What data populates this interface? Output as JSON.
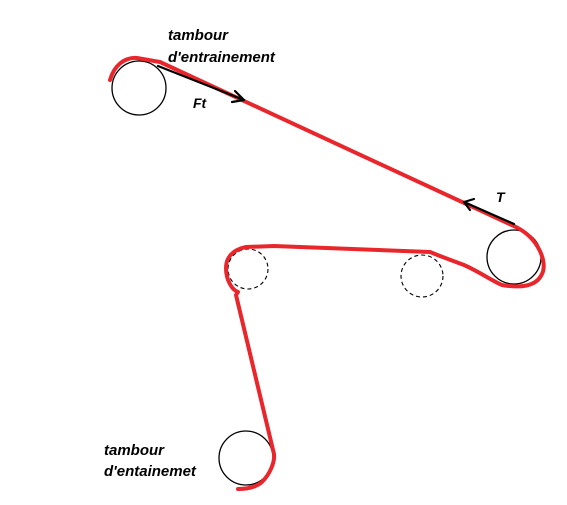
{
  "labels": {
    "top_drive_drum_line1": "tambour",
    "top_drive_drum_line2": "d'entrainement",
    "bottom_drive_drum_line1": "tambour",
    "bottom_drive_drum_line2": "d'entainemet",
    "force_ft": "Ft",
    "force_t": "T"
  },
  "colors": {
    "belt": "#e8262b",
    "pulleys": "#000000",
    "force_arrows": "#000000"
  }
}
